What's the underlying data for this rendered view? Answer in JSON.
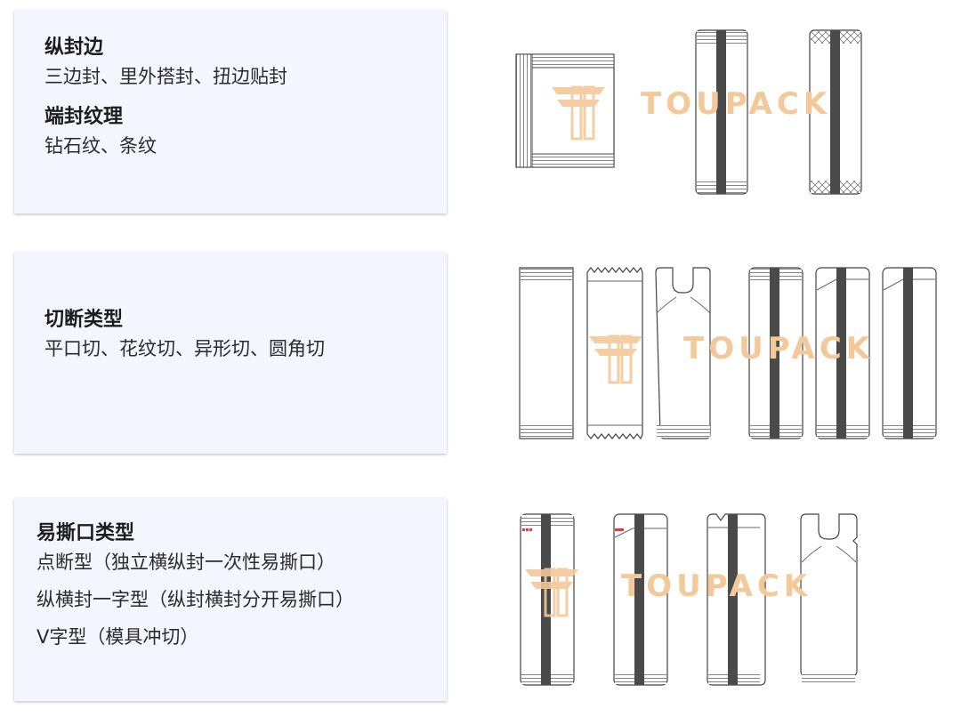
{
  "sections": [
    {
      "heading": "纵封边",
      "description": "三边封、里外搭封、扭边贴封",
      "heading2": "端封纹理",
      "description2": "钻石纹、条纹"
    },
    {
      "heading": "切断类型",
      "description": "平口切、花纹切、异形切、圆角切"
    },
    {
      "heading": "易撕口类型",
      "lines": [
        "点断型（独立横纵封一次性易撕口）",
        "纵横封一字型（纵封横封分开易撕口）",
        "V字型（模具冲切）"
      ]
    }
  ],
  "watermark": {
    "text": "TOUPACK",
    "color": "#f3c999"
  },
  "colors": {
    "card_bg": "#f3f6fe",
    "seal": "#4a4a4a",
    "tear_mark": "#e53935",
    "line": "#555555"
  }
}
